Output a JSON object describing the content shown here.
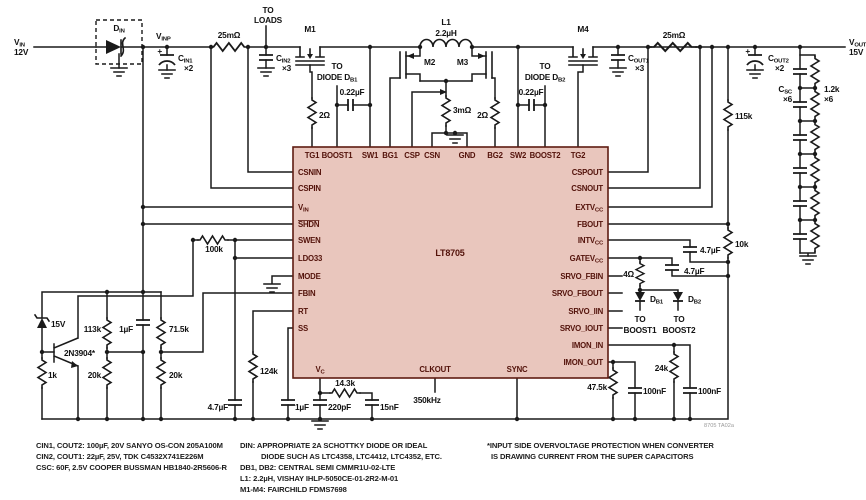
{
  "input": {
    "vin_m": "V",
    "vin_s": "IN",
    "vin_val": "12V",
    "din_m": "D",
    "din_s": "IN",
    "vinp_m": "V",
    "vinp_s": "INP",
    "plus": "+",
    "cin1_m": "C",
    "cin1_s": "IN1",
    "cin1_mult": "×2",
    "rsense": "25mΩ",
    "to_loads_1": "TO",
    "to_loads_2": "LOADS",
    "cin2_m": "C",
    "cin2_s": "IN2",
    "cin2_mult": "×3"
  },
  "power_stage": {
    "m1": "M1",
    "m2": "M2",
    "m3": "M3",
    "m4": "M4",
    "l1": "L1",
    "l1_val": "2.2µH",
    "rg1": "2Ω",
    "rg2": "2Ω",
    "rcs": "3mΩ",
    "cb1": "0.22µF",
    "cb2": "0.22µF",
    "tdb1_1": "TO",
    "tdb1_2a": "DIODE D",
    "tdb1_2s": "B1",
    "tdb2_1": "TO",
    "tdb2_2a": "DIODE D",
    "tdb2_2s": "B2"
  },
  "output": {
    "cout1_m": "C",
    "cout1_s": "OUT1",
    "cout1_mult": "×3",
    "rsense": "25mΩ",
    "plus": "+",
    "cout2_m": "C",
    "cout2_s": "OUT2",
    "cout2_mult": "×2",
    "vout_m": "V",
    "vout_s": "OUT",
    "vout_val": "15V",
    "csc_m": "C",
    "csc_s": "SC",
    "csc_mult": "×6",
    "rbal": "1.2k",
    "rbal_mult": "×6",
    "rfb_top": "115k",
    "rfb_bot": "10k"
  },
  "right": {
    "c_int": "4.7µF",
    "c_gate": "4.7µF",
    "r_gate": "4Ω",
    "db1_m": "D",
    "db1_s": "B1",
    "db2_m": "D",
    "db2_s": "B2",
    "tb1_1": "TO",
    "tb1_2": "BOOST1",
    "tb2_1": "TO",
    "tb2_2": "BOOST2",
    "r_imon_in": "24k",
    "c_imon_in": "100nF",
    "r_imon_out": "47.5k",
    "c_imon_out": "100nF"
  },
  "left": {
    "zener": "15V",
    "q1": "2N3904*",
    "r_1k": "1k",
    "r_113k": "113k",
    "r_20k_a": "20k",
    "c_1uf": "1µF",
    "r_71k5": "71.5k",
    "r_20k_b": "20k",
    "r_100k": "100k",
    "c_ldo": "4.7µF",
    "r_rt": "124k",
    "c_ss": "1µF"
  },
  "comp": {
    "r": "14.3k",
    "c1": "220pF",
    "c2": "15nF",
    "freq": "350kHz"
  },
  "ic": {
    "part": "LT8705",
    "top": [
      "TG1",
      "BOOST1",
      "SW1",
      "BG1",
      "CSP",
      "CSN",
      "GND",
      "BG2",
      "SW2",
      "BOOST2",
      "TG2"
    ],
    "left": [
      {
        "m": "CSNIN",
        "s": ""
      },
      {
        "m": "CSPIN",
        "s": ""
      },
      {
        "m": "V",
        "s": "IN"
      },
      {
        "m": "SHDN",
        "s": ""
      },
      {
        "m": "SWEN",
        "s": ""
      },
      {
        "m": "LDO33",
        "s": ""
      },
      {
        "m": "MODE",
        "s": ""
      },
      {
        "m": "FBIN",
        "s": ""
      },
      {
        "m": "RT",
        "s": ""
      },
      {
        "m": "SS",
        "s": ""
      }
    ],
    "right": [
      {
        "m": "CSPOUT",
        "s": ""
      },
      {
        "m": "CSNOUT",
        "s": ""
      },
      {
        "m": "EXTV",
        "s": "CC"
      },
      {
        "m": "FBOUT",
        "s": ""
      },
      {
        "m": "INTV",
        "s": "CC"
      },
      {
        "m": "GATEV",
        "s": "CC"
      },
      {
        "m": "SRVO_FBIN",
        "s": ""
      },
      {
        "m": "SRVO_FBOUT",
        "s": ""
      },
      {
        "m": "SRVO_IIN",
        "s": ""
      },
      {
        "m": "SRVO_IOUT",
        "s": ""
      },
      {
        "m": "IMON_IN",
        "s": ""
      },
      {
        "m": "IMON_OUT",
        "s": ""
      }
    ],
    "bottom": [
      {
        "m": "V",
        "s": "C"
      },
      {
        "m": "CLKOUT",
        "s": ""
      },
      {
        "m": "SYNC",
        "s": ""
      }
    ]
  },
  "notes": {
    "col1": [
      "CIN1, COUT2: 100µF, 20V SANYO OS-CON 205A100M",
      "CIN2, COUT1: 22µF, 25V, TDK C4532X741E226M",
      "CSC: 60F, 2.5V COOPER BUSSMAN HB1840-2R5606-R"
    ],
    "col2": [
      "DIN: APPROPRIATE 2A SCHOTTKY DIODE OR IDEAL",
      "DIODE SUCH AS LTC4358, LTC4412, LTC4352, ETC.",
      "DB1, DB2: CENTRAL SEMI CMMR1U-02-LTE",
      "L1: 2.2µH, VISHAY IHLP-5050CE-01-2R2-M-01",
      "M1-M4: FAIRCHILD FDMS7698"
    ],
    "col3": [
      "*INPUT SIDE OVERVOLTAGE PROTECTION WHEN CONVERTER",
      "IS DRAWING CURRENT FROM THE SUPER CAPACITORS"
    ]
  },
  "watermark": "8705 TA02a"
}
